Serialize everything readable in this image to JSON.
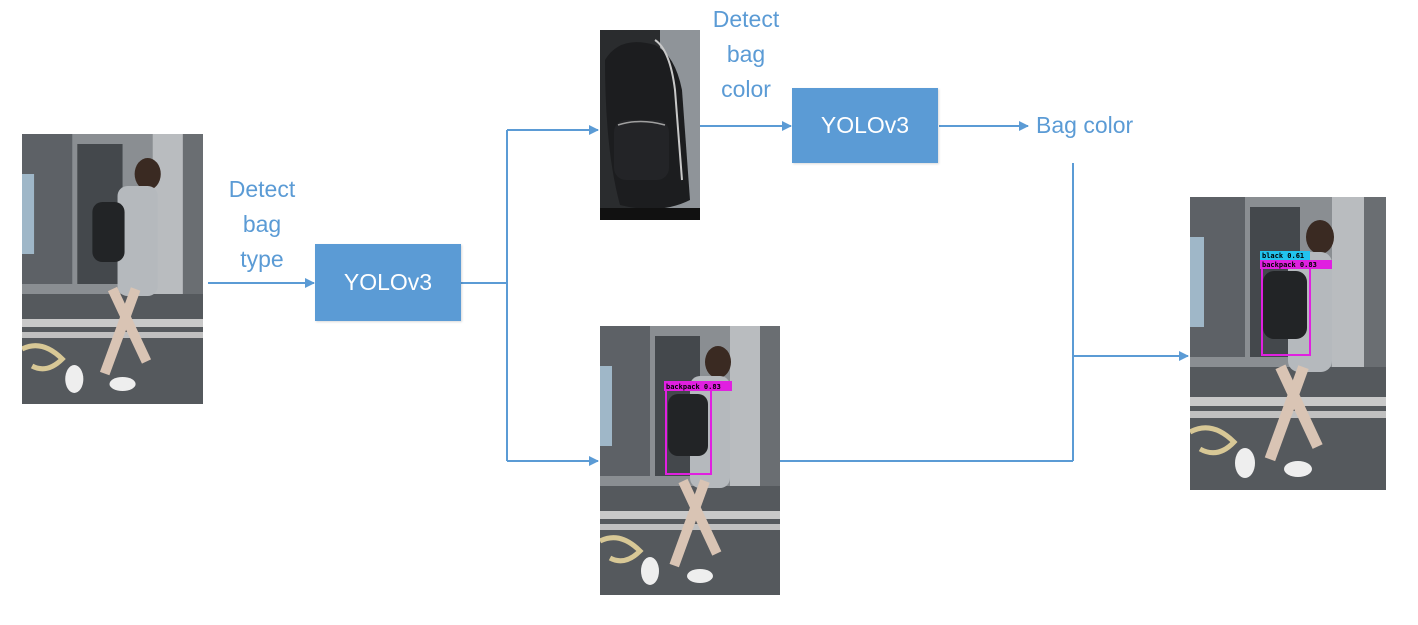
{
  "steps": {
    "detect_type": [
      "Detect",
      "bag",
      "type"
    ],
    "detect_color": [
      "Detect",
      "bag",
      "color"
    ]
  },
  "models": {
    "first": "YOLOv3",
    "second": "YOLOv3"
  },
  "output_label": "Bag color",
  "detections": {
    "type_label": "backpack 0.83",
    "color_label": "black 0.61",
    "type_label_final": "backpack 0.83"
  },
  "colors": {
    "accent": "#5b9bd5",
    "box_magenta": "#e020e0",
    "box_cyan": "#22c3ee"
  }
}
